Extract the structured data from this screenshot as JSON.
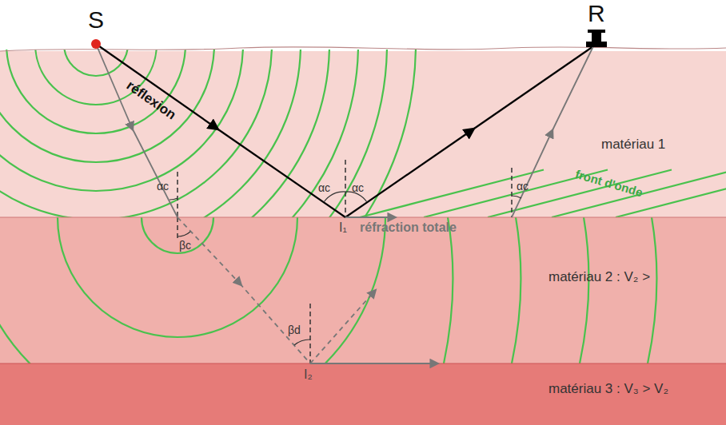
{
  "diagram": {
    "nodes": [
      {
        "text": [
          "matériau 1"
        ]
      },
      {
        "text": [
          "matériau 2 : V₂ >"
        ]
      },
      {
        "text": [
          "matériau 3 : V₃ > V₂"
        ]
      }
    ],
    "labels": [
      "S",
      "R",
      "réflexion",
      "front d'onde",
      "αc",
      "αc",
      "αc",
      "αc",
      "βc",
      "I₁",
      "réfraction totale",
      "βd",
      "I₂"
    ]
  }
}
